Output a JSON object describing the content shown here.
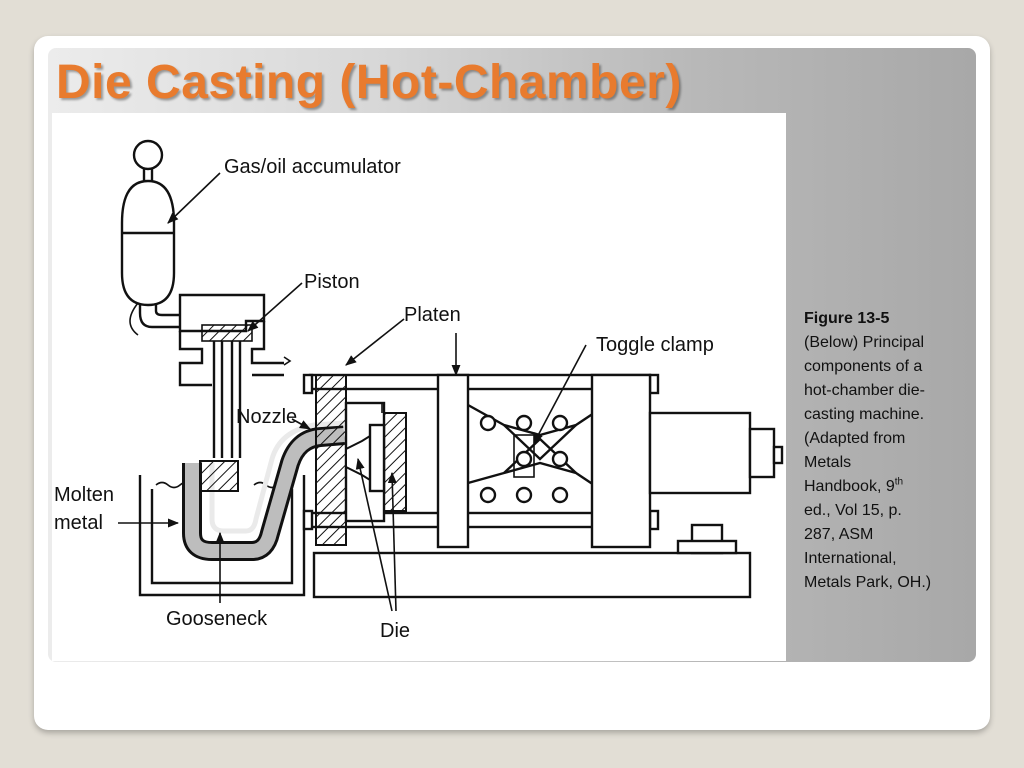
{
  "slide": {
    "title": "Die Casting (Hot-Chamber)"
  },
  "diagram": {
    "labels": {
      "accumulator": "Gas/oil accumulator",
      "piston": "Piston",
      "platen": "Platen",
      "toggle_clamp": "Toggle clamp",
      "nozzle": "Nozzle",
      "molten": "Molten",
      "metal": "metal",
      "gooseneck": "Gooseneck",
      "die": "Die"
    }
  },
  "caption": {
    "figure_number": "Figure 13-5",
    "line1": "(Below) Principal",
    "line2": "components of a",
    "line3": "hot-chamber die-",
    "line4": "casting machine.",
    "line5": "(Adapted from",
    "line6": "Metals",
    "line7_prefix": "Handbook, 9",
    "line7_sup": "th",
    "line8": "ed., Vol 15, p.",
    "line9": "287, ASM",
    "line10": "International,",
    "line11": "Metals Park, OH.)"
  }
}
